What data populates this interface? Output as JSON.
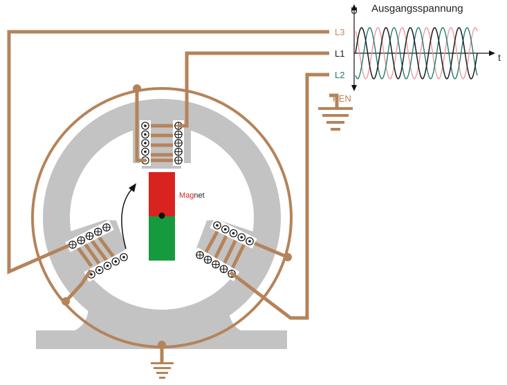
{
  "graph": {
    "title": "Ausgangsspannung",
    "y_axis_label": "U",
    "x_axis_label": "t"
  },
  "lines": {
    "l1": {
      "label": "L1",
      "color": "#1a1a1a"
    },
    "l2": {
      "label": "L2",
      "color": "#1f7a6b"
    },
    "l3": {
      "label": "L3",
      "color": "#e89aa0"
    },
    "pen": {
      "label": "PEN"
    }
  },
  "magnet": {
    "label_red_part": "Mag",
    "label_black_part": "net",
    "north_color": "#d9231f",
    "south_color": "#169a3e"
  },
  "colors": {
    "copper": "#b5835a",
    "stator": "#c3c3c3",
    "label_l3": "#c6866a",
    "label_l2": "#1f7a6b",
    "label_pen": "#b5835a"
  },
  "icons": {
    "rotation": "rotation-arrow-icon",
    "ground": "ground-icon",
    "dot_conductor": "conductor-dot-icon",
    "cross_conductor": "conductor-cross-icon"
  }
}
